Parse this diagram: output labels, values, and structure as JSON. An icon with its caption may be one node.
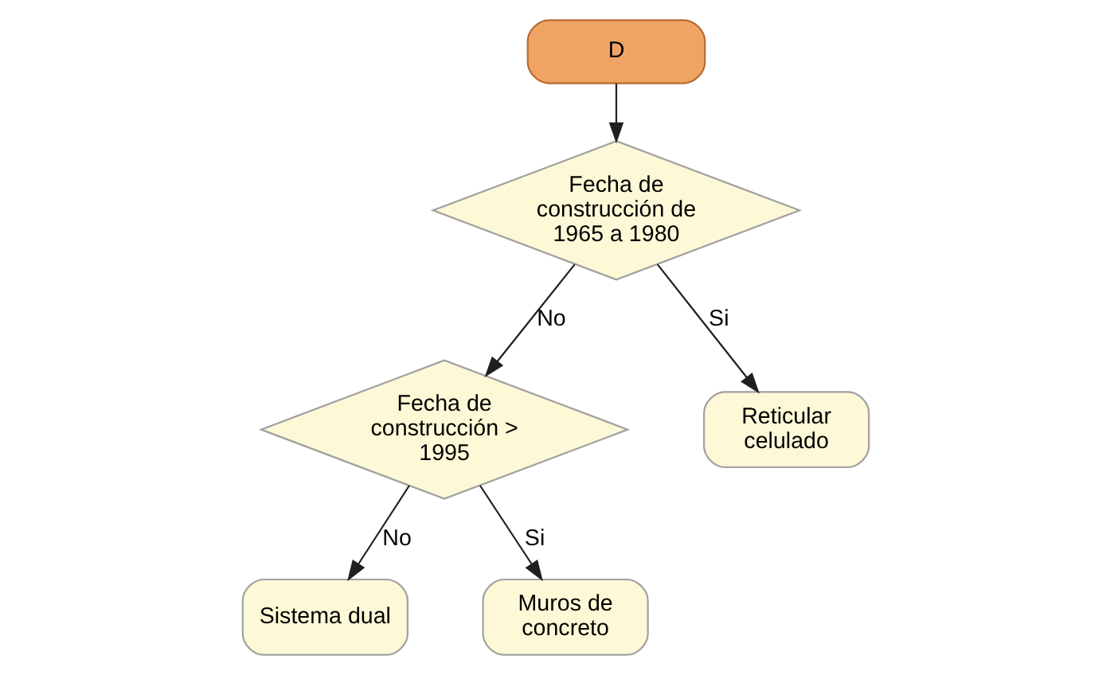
{
  "diagram": {
    "nodes": [
      {
        "text": [
          "D"
        ]
      },
      {
        "text": [
          "Fecha de construcción de 1965 a 1980"
        ]
      },
      {
        "text": [
          "Fecha de construcción > 1995"
        ]
      },
      {
        "text": [
          "Reticular celulado"
        ]
      },
      {
        "text": [
          "Sistema dual"
        ]
      },
      {
        "text": [
          "Muros de concreto"
        ]
      }
    ],
    "edges": [
      {
        "from": 0,
        "to": 1,
        "arrow": "to"
      },
      {
        "from": 1,
        "to": 2,
        "arrow": "to",
        "label": "No"
      },
      {
        "from": 1,
        "to": 3,
        "arrow": "to",
        "label": "Si"
      },
      {
        "from": 2,
        "to": 4,
        "arrow": "to",
        "label": "No"
      },
      {
        "from": 2,
        "to": 5,
        "arrow": "to",
        "label": "Si"
      }
    ]
  }
}
